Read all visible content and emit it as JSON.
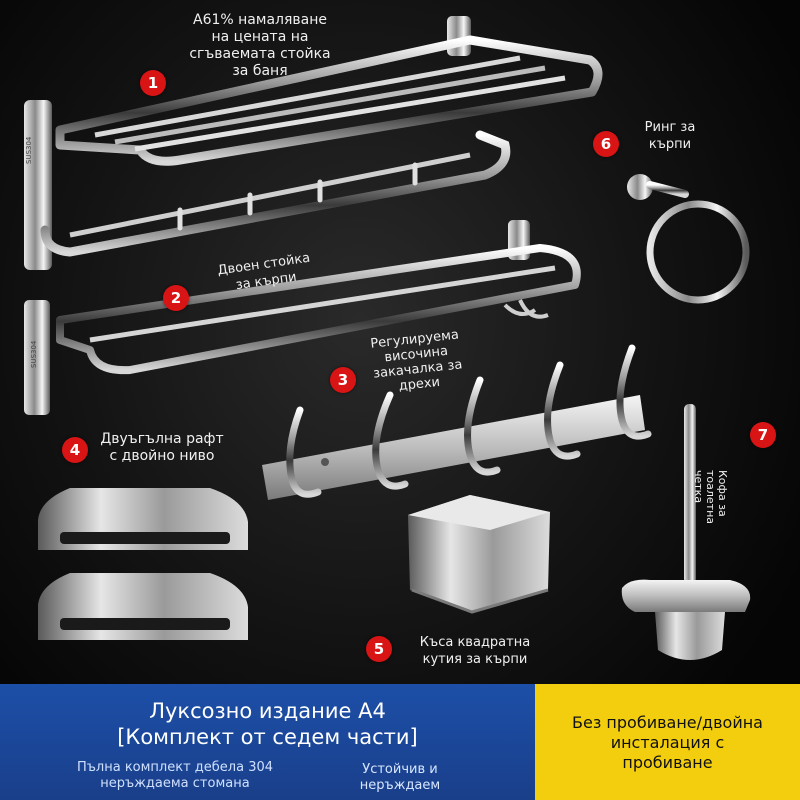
{
  "items": [
    {
      "number": "1",
      "lines": [
        "A61% намаляване",
        "на цената на",
        "сгъваемата стойка",
        "за баня"
      ]
    },
    {
      "number": "2",
      "lines": [
        "Двоен стойка",
        "за кърпи"
      ]
    },
    {
      "number": "3",
      "lines": [
        "Регулируема",
        "височина",
        "закачалка за",
        "дрехи"
      ]
    },
    {
      "number": "4",
      "lines": [
        "Двуъгълна рафт",
        "с двойно ниво"
      ]
    },
    {
      "number": "5",
      "lines": [
        "Къса квадратна",
        "кутия за кърпи"
      ]
    },
    {
      "number": "6",
      "lines": [
        "Ринг за",
        "кърпи"
      ]
    },
    {
      "number": "7",
      "lines": [
        "Кофа за",
        "тоалетна",
        "четка"
      ]
    }
  ],
  "stamp": {
    "text": "SUS304"
  },
  "banner": {
    "title": "Луксозно издание A4",
    "subtitle": "[Комплект от седем части]",
    "feature_left": [
      "Пълна комплект дебела 304",
      "неръждаема стомана"
    ],
    "feature_mid": [
      "Устойчив и",
      "неръждаем"
    ],
    "feature_right": [
      "Без пробиване/двойна",
      "инсталация с",
      "пробиване"
    ]
  },
  "colors": {
    "badge": "#d81414",
    "banner_blue": "#1c4fa8",
    "banner_yellow": "#f3ce0f"
  }
}
